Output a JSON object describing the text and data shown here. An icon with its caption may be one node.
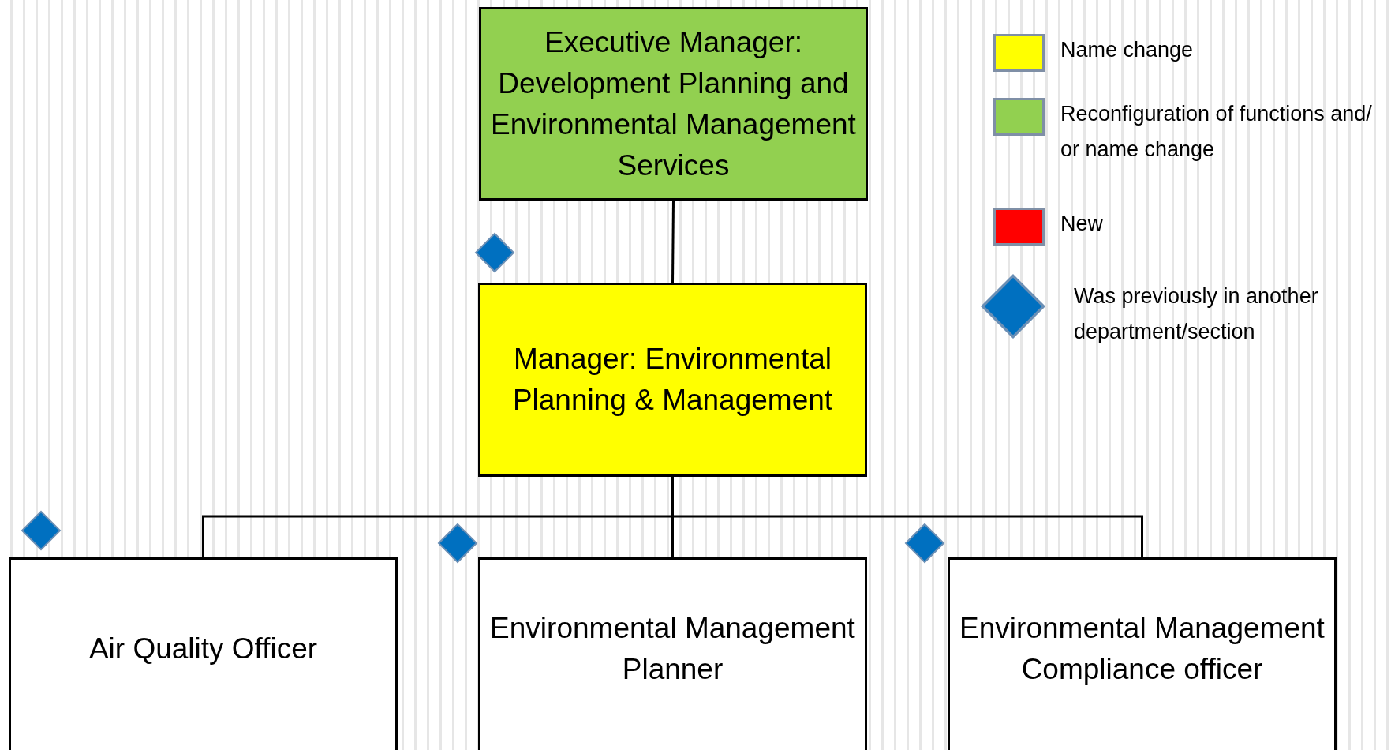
{
  "diagram": {
    "nodes": [
      {
        "text": [
          "Executive Manager: Development Planning and Environmental Management Services"
        ]
      },
      {
        "text": [
          "Manager: Environmental Planning & Management"
        ]
      },
      {
        "text": [
          "Air Quality Officer"
        ]
      },
      {
        "text": [
          "Environmental Management Planner"
        ]
      },
      {
        "text": [
          "Environmental Management Compliance officer"
        ]
      }
    ],
    "edges": [
      {
        "from": 0,
        "to": 1,
        "arrow": "none"
      },
      {
        "from": 1,
        "to": 2,
        "arrow": "none"
      },
      {
        "from": 1,
        "to": 3,
        "arrow": "none"
      },
      {
        "from": 1,
        "to": 4,
        "arrow": "none"
      }
    ],
    "legend": [
      {
        "text": "Name change",
        "color": "#ffff00"
      },
      {
        "text": "Reconfiguration of functions and/ or name change",
        "color": "#92d050"
      },
      {
        "text": "New",
        "color": "#ff0000"
      },
      {
        "text": "Was previously in another department/section"
      }
    ]
  }
}
